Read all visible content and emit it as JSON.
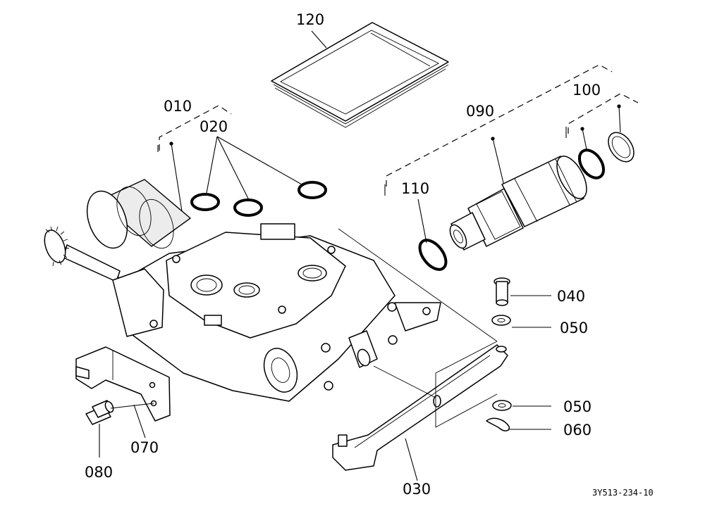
{
  "diagram": {
    "callouts": {
      "c010": "010",
      "c020": "020",
      "c030": "030",
      "c040": "040",
      "c050a": "050",
      "c050b": "050",
      "c060": "060",
      "c070": "070",
      "c080": "080",
      "c090": "090",
      "c100": "100",
      "c110": "110",
      "c120": "120"
    },
    "drawing_number": "3Y513-234-10"
  }
}
